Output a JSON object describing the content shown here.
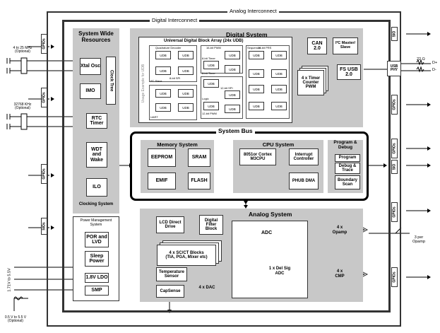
{
  "analog_interconnect": "Analog Interconnect",
  "digital_interconnect": "Digital Interconnect",
  "system_wide": {
    "title": "System Wide Resources",
    "xtal": "Xtal Osc",
    "imo": "IMO",
    "clock_tree": "Clock Tree",
    "rtc": "RTC Timer",
    "wdt": "WDT and Wake",
    "ilo": "ILO",
    "clocking": "Clocking System"
  },
  "power": {
    "title": "Power Management System",
    "por": "POR and LVD",
    "sleep": "Sleep Power",
    "ldo": "1.8V LDO",
    "smp": "SMP"
  },
  "digital_system": {
    "title": "Digital System",
    "uda": "Universal Digital Block Array (24x UDB)",
    "usage": "Usage Example for UDB",
    "udb": "UDB",
    "mini_labels": [
      "Quadrature Decoder",
      "16-bit PWM",
      "8-bit Timer",
      "Sequencer",
      "I²C Slave",
      "8-bit SPI",
      "12-bit SPI",
      "UART",
      "Logic",
      "12-bit PWM",
      "16-bit PRS",
      "8-bit Timer"
    ],
    "can": "CAN 2.0",
    "i2c": "I²C Master/ Slave",
    "timer": "4 x Timer Counter PWM",
    "fsusb": "FS USB 2.0"
  },
  "system_bus": "System Bus",
  "memory": {
    "title": "Memory System",
    "eeprom": "EEPROM",
    "sram": "SRAM",
    "emif": "EMIF",
    "flash": "FLASH"
  },
  "cpu": {
    "title": "CPU System",
    "core": "8051or Cortex M3CPU",
    "irq": "Interrupt Controller",
    "phub": "PHUB DMA"
  },
  "debug": {
    "title": "Program & Debug",
    "program": "Program",
    "trace": "Debug & Trace",
    "scan": "Boundary Scan"
  },
  "analog_system": {
    "title": "Analog System",
    "lcd": "LCD Direct Drive",
    "dfb": "Digital Filter Block",
    "adc": "ADC",
    "delsig": "1 x Del Sig ADC",
    "scct_title": "4 x SC/CT Blocks",
    "scct_sub": "(TIA, PGA, Mixer etc)",
    "temp": "Temperature Sensor",
    "dac": "4 x DAC",
    "capsense": "CapSense",
    "opamp": "4 x Opamp",
    "cmp": "4 x CMP"
  },
  "io": {
    "gpios": "GPIOs",
    "sio": "SIO",
    "sios": "SIOs",
    "usb_phy": "USB PHY"
  },
  "external": {
    "xtal_freq": "4 to 25 MHz (Optional)",
    "watch_xtal": "32768 KHz (Optional)",
    "res22": "22 Ω",
    "d_plus": "D+",
    "d_minus": "D-",
    "opamp_pins": "3 per Opamp",
    "vdd_range": "1.71V to 5.5V",
    "boost": "0.5 V to 5.5 V (Optional)"
  }
}
